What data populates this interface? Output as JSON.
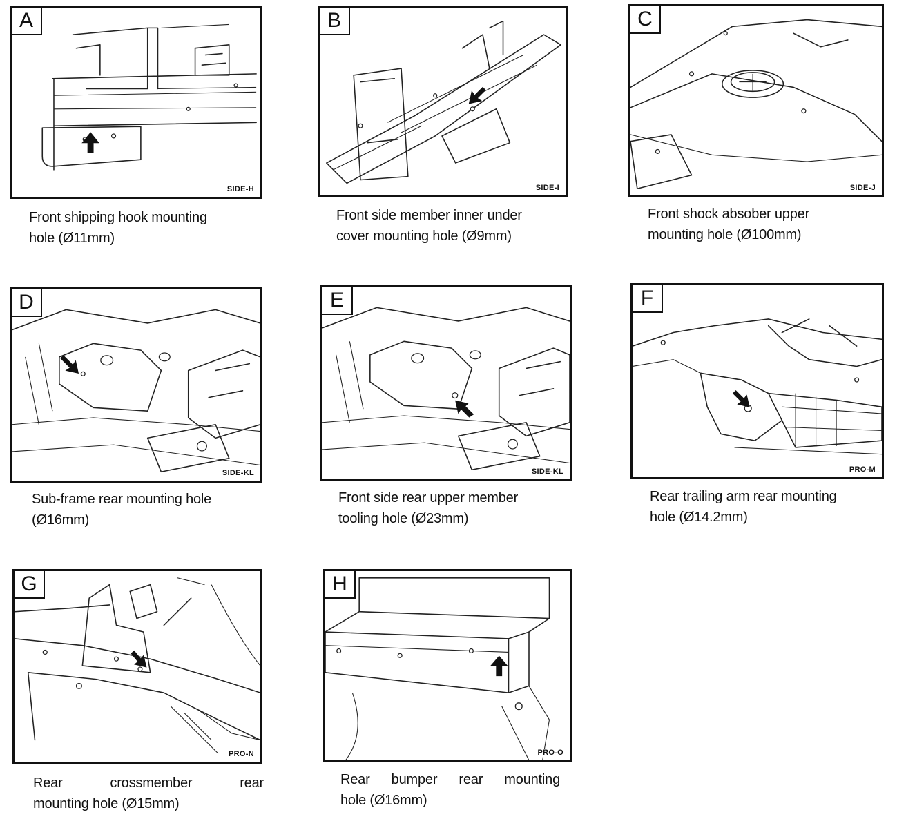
{
  "panels": [
    {
      "letter": "A",
      "code": "SIDE-H",
      "caption_line1": "Front shipping hook mounting",
      "caption_line2": "hole (Ø11mm)"
    },
    {
      "letter": "B",
      "code": "SIDE-I",
      "caption_line1": "Front side member inner under",
      "caption_line2": "cover mounting hole (Ø9mm)"
    },
    {
      "letter": "C",
      "code": "SIDE-J",
      "caption_line1": "Front shock absober upper",
      "caption_line2": "mounting hole (Ø100mm)"
    },
    {
      "letter": "D",
      "code": "SIDE-KL",
      "caption_line1": "Sub-frame rear mounting hole",
      "caption_line2": "(Ø16mm)"
    },
    {
      "letter": "E",
      "code": "SIDE-KL",
      "caption_line1": "Front side rear upper member",
      "caption_line2": "tooling hole (Ø23mm)"
    },
    {
      "letter": "F",
      "code": "PRO-M",
      "caption_line1": "Rear trailing arm rear mounting",
      "caption_line2": "hole (Ø14.2mm)"
    },
    {
      "letter": "G",
      "code": "PRO-N",
      "caption_line1": "Rear crossmember rear",
      "caption_line2": "mounting hole (Ø15mm)"
    },
    {
      "letter": "H",
      "code": "PRO-O",
      "caption_line1": "Rear bumper rear mounting",
      "caption_line2": "hole (Ø16mm)"
    }
  ]
}
